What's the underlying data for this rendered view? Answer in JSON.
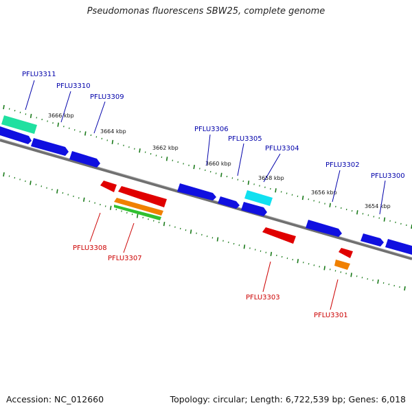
{
  "title": "Pseudomonas fluorescens SBW25, complete genome",
  "footer": {
    "accession": "Accession: NC_012660",
    "summary": "Topology: circular; Length: 6,722,539 bp; Genes: 6,018"
  },
  "colors": {
    "backbone": "#808080",
    "tick": "#1a7a1a",
    "forward_label": "#0000aa",
    "reverse_label": "#cc0000",
    "blue": "#1010e0",
    "cyan": "#10e0f0",
    "teal": "#20e0a0",
    "red": "#e00000",
    "orange": "#f08000",
    "green": "#30c030"
  },
  "kbp_labels": [
    "3666 kbp",
    "3664 kbp",
    "3662 kbp",
    "3660 kbp",
    "3658 kbp",
    "3656 kbp",
    "3654 kbp"
  ],
  "forward_gene_labels": [
    "PFLU3311",
    "PFLU3310",
    "PFLU3309",
    "PFLU3306",
    "PFLU3305",
    "PFLU3304",
    "PFLU3302",
    "PFLU3300"
  ],
  "reverse_gene_labels": [
    "PFLU3308",
    "PFLU3307",
    "PFLU3303",
    "PFLU3301"
  ]
}
